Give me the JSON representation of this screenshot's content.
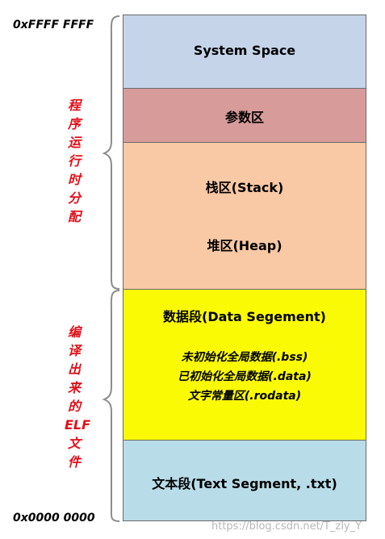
{
  "addresses": {
    "top": "0xFFFF FFFF",
    "bottom": "0x0000 0000"
  },
  "side_labels": {
    "runtime": "程序运行时分配",
    "compile": [
      "编",
      "译",
      "出",
      "来",
      "的",
      "ELF",
      "文",
      "件"
    ]
  },
  "segments": {
    "system_space": "System Space",
    "params": "参数区",
    "stack": "栈区(Stack)",
    "heap": "堆区(Heap)",
    "data_segment": "数据段(Data  Segement)",
    "bss": "未初始化全局数据(.bss)",
    "data": "已初始化全局数据(.data)",
    "rodata": "文字常量区(.rodata)",
    "text_segment": "文本段(Text Segment, .txt)"
  },
  "colors": {
    "system_space": "#c5d4e9",
    "params": "#d79b9a",
    "stack_heap": "#f9c8a4",
    "data_segment": "#fbfa05",
    "text_segment": "#b8dce8",
    "side_label": "#e0101a"
  },
  "watermark": "https://blog.csdn.net/T_zly_Y"
}
